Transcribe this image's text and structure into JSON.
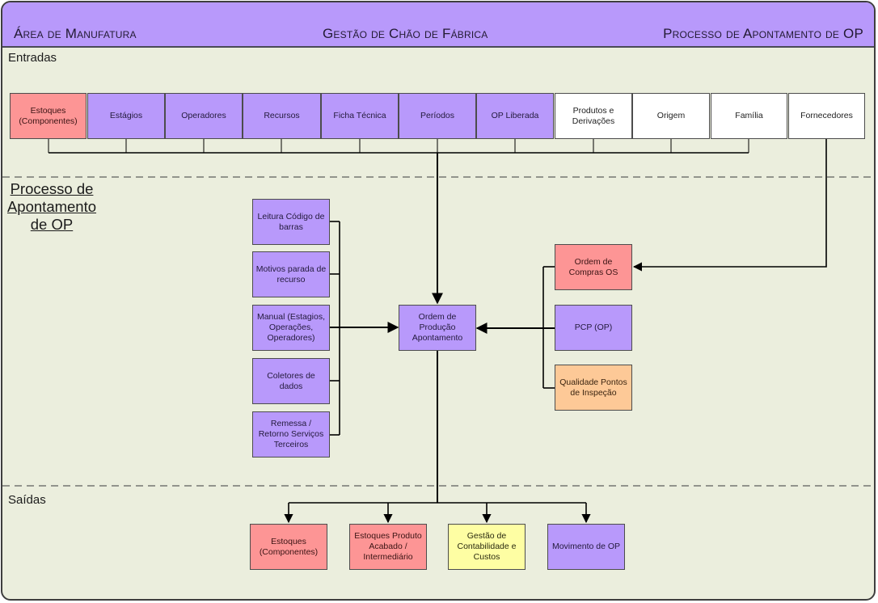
{
  "header": {
    "left": "Área de Manufatura",
    "center": "Gestão de Chão de Fábrica",
    "right": "Processo de Apontamento de OP"
  },
  "sections": {
    "inputs": "Entradas",
    "process_title": "Processo de Apontamento de OP",
    "outputs": "Saídas"
  },
  "inputs": [
    {
      "label": "Estoques (Componentes)",
      "color": "#fd9595"
    },
    {
      "label": "Estágios",
      "color": "#b899fb"
    },
    {
      "label": "Operadores",
      "color": "#b899fb"
    },
    {
      "label": "Recursos",
      "color": "#b899fb"
    },
    {
      "label": "Ficha Técnica",
      "color": "#b899fb"
    },
    {
      "label": "Períodos",
      "color": "#b899fb"
    },
    {
      "label": "OP Liberada",
      "color": "#b899fb"
    },
    {
      "label": "Produtos e Derivações",
      "color": "#ffffff"
    },
    {
      "label": "Origem",
      "color": "#ffffff"
    },
    {
      "label": "Família",
      "color": "#ffffff"
    },
    {
      "label": "Fornecedores",
      "color": "#ffffff"
    }
  ],
  "capture_methods": [
    {
      "label": "Leitura Código de barras"
    },
    {
      "label": "Motivos parada de recurso"
    },
    {
      "label": "Manual (Estagios, Operações, Operadores)"
    },
    {
      "label": "Coletores de dados"
    },
    {
      "label": "Remessa / Retorno Serviços Terceiros"
    }
  ],
  "central": {
    "label": "Ordem de Produção Apontamento"
  },
  "sources": [
    {
      "label": "Ordem de Compras OS",
      "color": "#fd9595"
    },
    {
      "label": "PCP (OP)",
      "color": "#b899fb"
    },
    {
      "label": "Qualidade Pontos de Inspeção",
      "color": "#fdc997"
    }
  ],
  "outputs": [
    {
      "label": "Estoques (Componentes)",
      "color": "#fd9595"
    },
    {
      "label": "Estoques Produto Acabado / Intermediário",
      "color": "#fd9595"
    },
    {
      "label": "Gestão de Contabilidade e Custos",
      "color": "#fefea3"
    },
    {
      "label": "Movimento de OP",
      "color": "#b899fb"
    }
  ]
}
